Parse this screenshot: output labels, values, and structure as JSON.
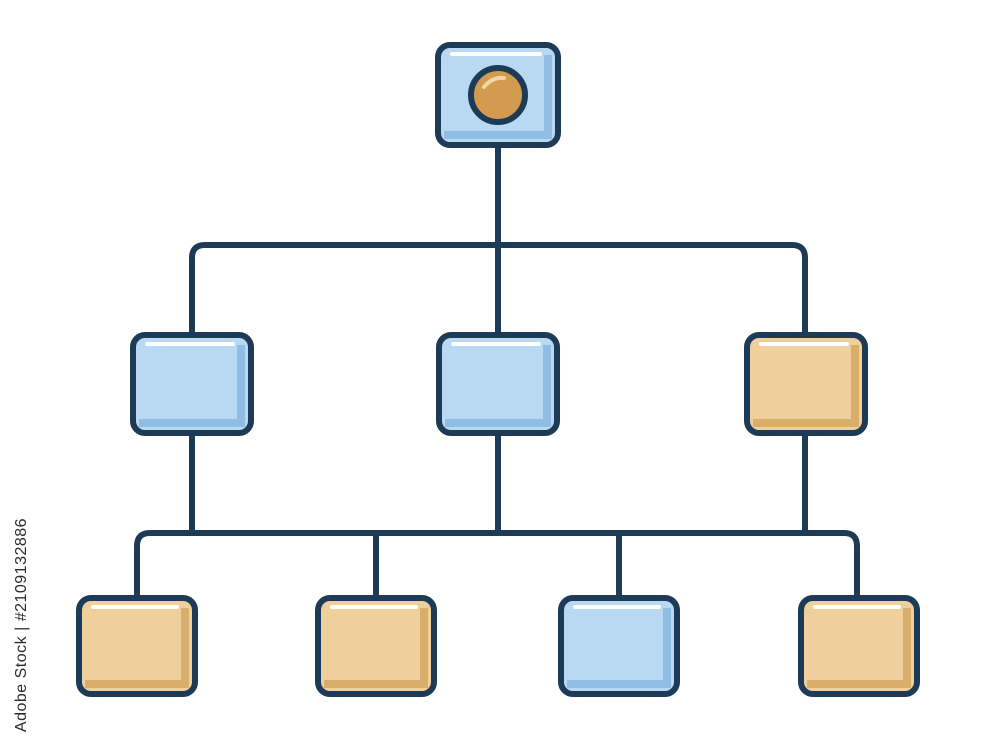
{
  "diagram": {
    "type": "hierarchy",
    "colors": {
      "outline": "#1d3a57",
      "blue_fill": "#b9d8f2",
      "blue_shade": "#8fbde3",
      "tan_fill": "#efcf9b",
      "tan_shade": "#d9ae6a",
      "root_circle": "#d39b4f",
      "highlight": "#ffffff"
    },
    "nodes": [
      {
        "id": "root",
        "level": 0,
        "color": "blue",
        "icon": "circle-icon"
      },
      {
        "id": "mid-left",
        "level": 1,
        "color": "blue"
      },
      {
        "id": "mid-center",
        "level": 1,
        "color": "blue"
      },
      {
        "id": "mid-right",
        "level": 1,
        "color": "tan"
      },
      {
        "id": "bottom-1",
        "level": 2,
        "color": "tan"
      },
      {
        "id": "bottom-2",
        "level": 2,
        "color": "tan"
      },
      {
        "id": "bottom-3",
        "level": 2,
        "color": "blue"
      },
      {
        "id": "bottom-4",
        "level": 2,
        "color": "tan"
      }
    ]
  },
  "watermark": {
    "id_text": "Adobe Stock | #2109132886"
  }
}
